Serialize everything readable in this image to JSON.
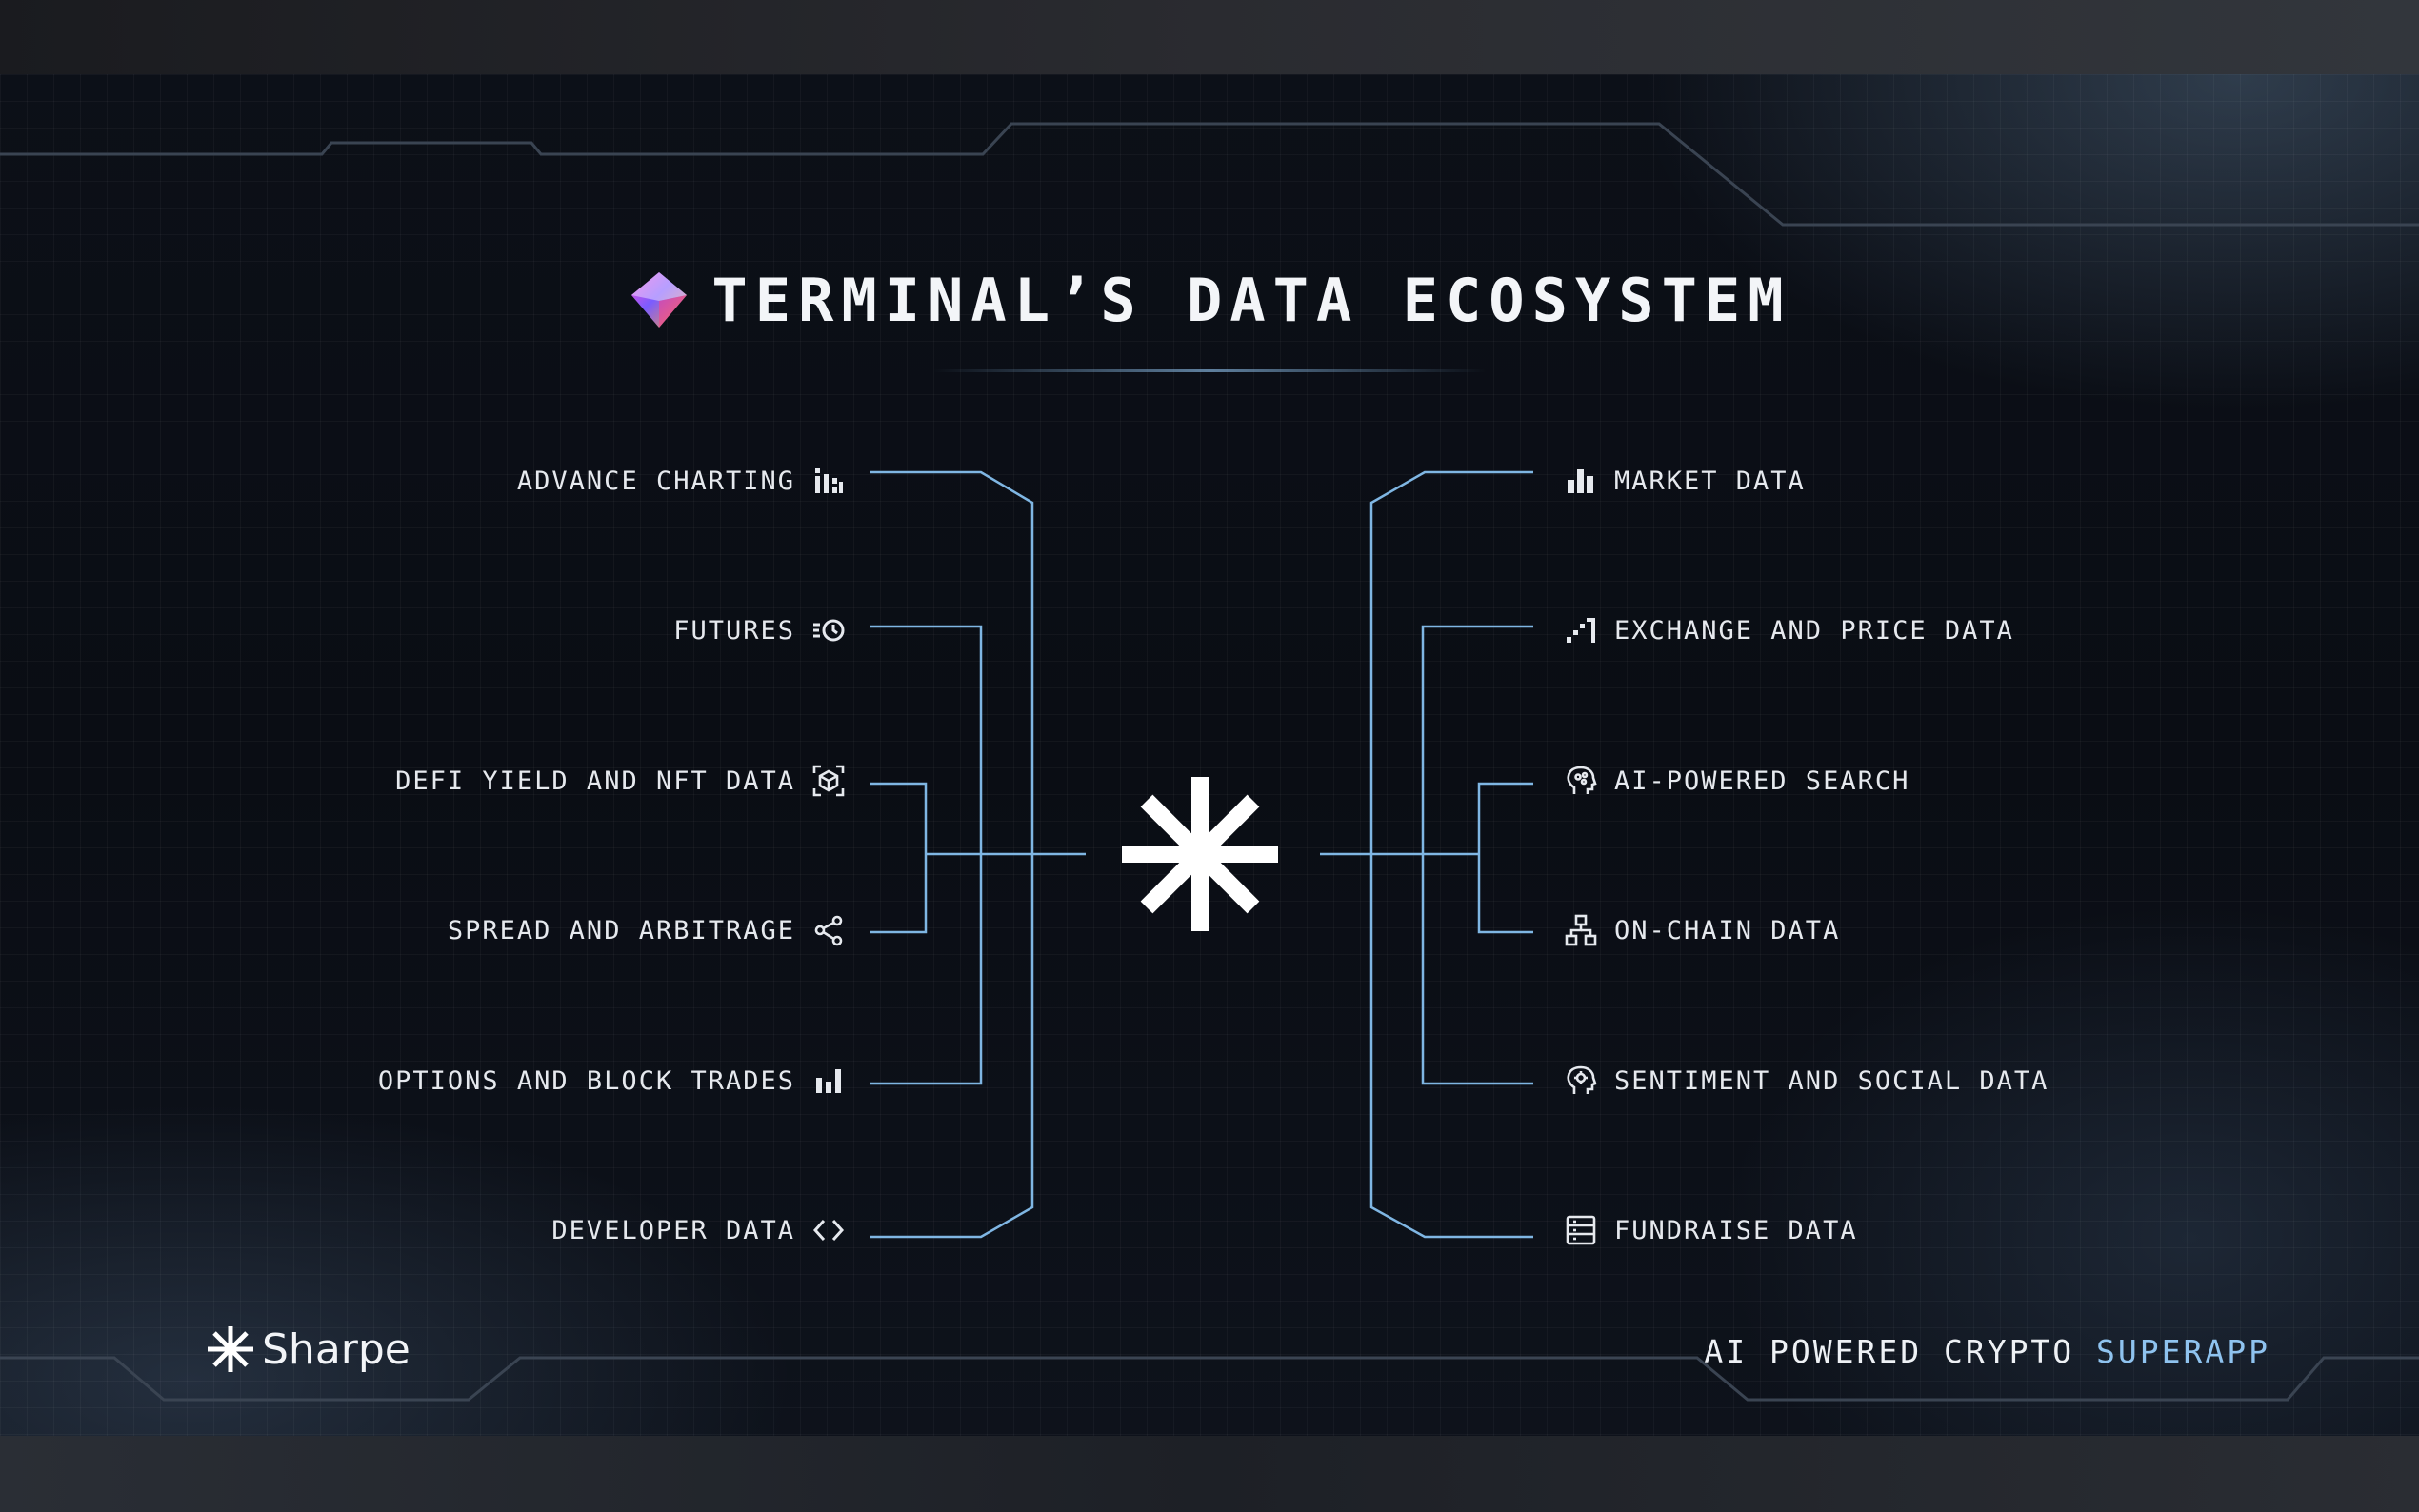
{
  "title": "TERMINAL’S DATA ECOSYSTEM",
  "colors": {
    "line": "#7fb6e3",
    "text": "#e6e9ee",
    "accent": "#8fc3ef",
    "frame": "#3a4452"
  },
  "left_items": [
    {
      "label": "ADVANCE CHARTING",
      "icon": "chart-bars-icon"
    },
    {
      "label": "FUTURES",
      "icon": "clock-list-icon"
    },
    {
      "label": "DEFI YIELD AND NFT DATA",
      "icon": "cube-scan-icon"
    },
    {
      "label": "SPREAD AND ARBITRAGE",
      "icon": "share-nodes-icon"
    },
    {
      "label": "OPTIONS AND BLOCK TRADES",
      "icon": "bar-chart-icon"
    },
    {
      "label": "DEVELOPER DATA",
      "icon": "code-brackets-icon"
    }
  ],
  "right_items": [
    {
      "label": "MARKET DATA",
      "icon": "bar-chart-icon"
    },
    {
      "label": "EXCHANGE AND PRICE DATA",
      "icon": "stair-chart-icon"
    },
    {
      "label": "AI-POWERED SEARCH",
      "icon": "brain-head-icon"
    },
    {
      "label": "ON-CHAIN DATA",
      "icon": "network-tree-icon"
    },
    {
      "label": "SENTIMENT AND SOCIAL DATA",
      "icon": "gear-head-icon"
    },
    {
      "label": "FUNDRAISE DATA",
      "icon": "table-list-icon"
    }
  ],
  "brand": {
    "name": "Sharpe"
  },
  "tagline": {
    "part1": "AI POWERED CRYPTO ",
    "part2": "SUPERAPP"
  }
}
